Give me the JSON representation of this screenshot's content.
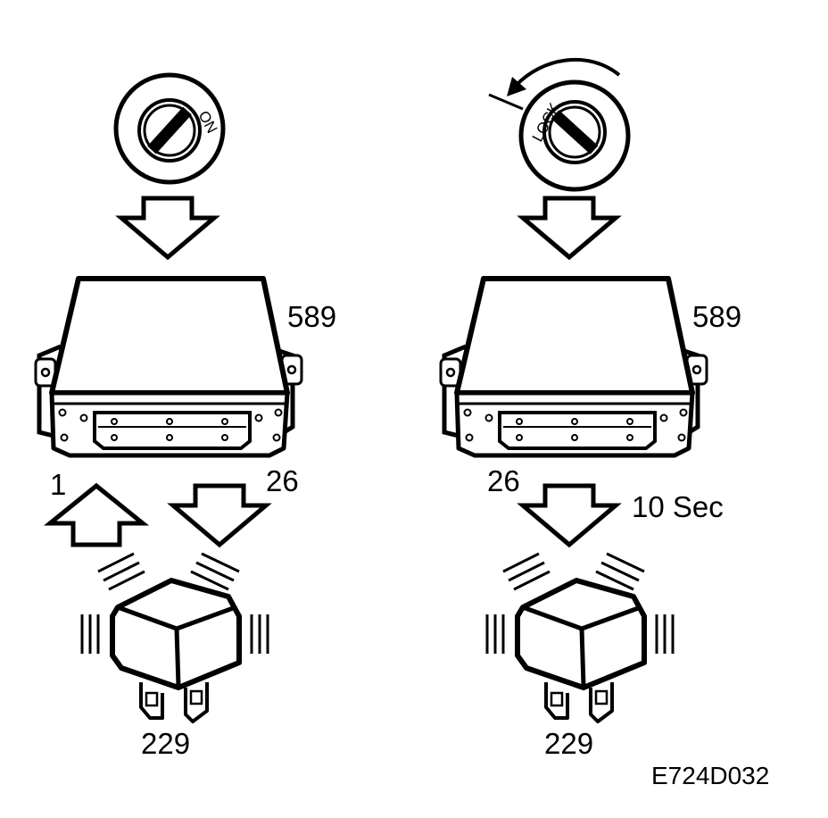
{
  "left_panel": {
    "switch_label": "ON",
    "module_number": "589",
    "pin_in": "1",
    "pin_out": "26",
    "relay_number": "229"
  },
  "right_panel": {
    "switch_label": "LOCK",
    "module_number": "589",
    "pin_out": "26",
    "delay": "10 Sec",
    "relay_number": "229"
  },
  "figure_code": "E724D032",
  "colors": {
    "ink": "#000000",
    "paper": "#ffffff"
  }
}
